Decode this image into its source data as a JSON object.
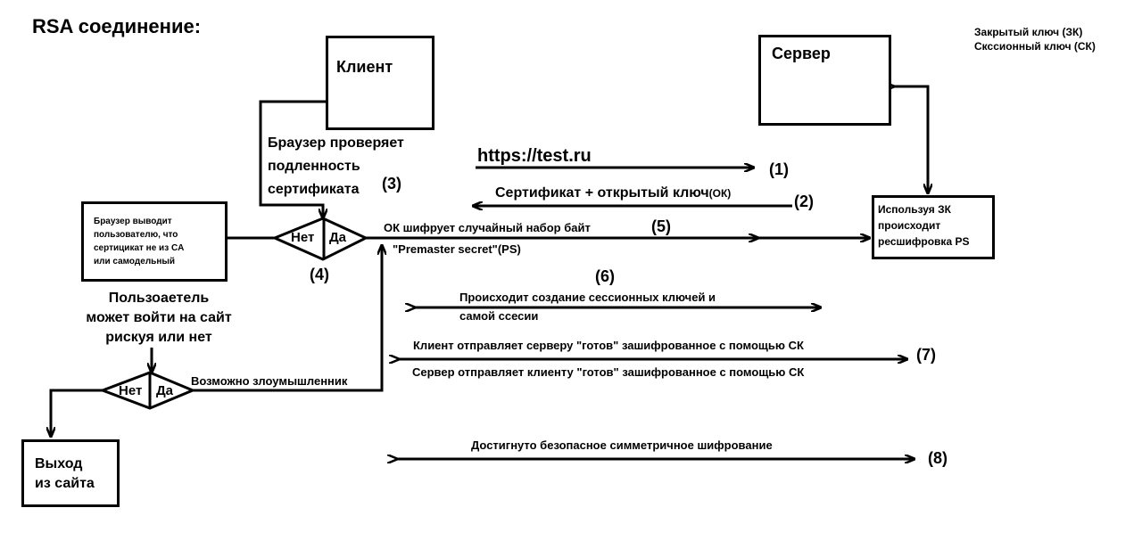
{
  "title": "RSA соединение:",
  "legend": {
    "private_key": "Закрытый ключ (ЗК)",
    "session_key": "Скссионный ключ (СК)"
  },
  "client": "Клиент",
  "server": "Сервер",
  "browser_check": "Браузер проверяет\nподленность\nсертификата",
  "url": "https://test.ru",
  "cert": "Сертификат + открытый ключ",
  "cert_ok": "(ОК)",
  "encrypt_1": "ОК шифрует случайный набор байт",
  "encrypt_2": "\"Premaster secret\"(PS)",
  "server_decrypt": "Используя ЗК\nпроисходит\nресшифровка PS",
  "browser_warn": "Браузер выводит\nпользователю, что\nсертицикат не из CA\nили самодельный",
  "user_choice": "Пользоаетель\nможет войти на сайт\nрискуя или нет",
  "attacker": "Возможно злоумышленник",
  "exit": "Выход\nиз сайта",
  "session_1": "Происходит создание сессионных ключей и",
  "session_2": "самой ссесии",
  "ready_client": "Клиент отправляет серверу \"готов\" зашифрованное с помощью СК",
  "ready_server": "Сервер отправляет клиенту \"готов\" зашифрованное с помощью СК",
  "symmetric": "Достигнуто безопасное симметричное шифрование",
  "decision_no": "Нет",
  "decision_yes": "Да",
  "steps": {
    "s1": "(1)",
    "s2": "(2)",
    "s3": "(3)",
    "s4": "(4)",
    "s5": "(5)",
    "s6": "(6)",
    "s7": "(7)",
    "s8": "(8)"
  }
}
